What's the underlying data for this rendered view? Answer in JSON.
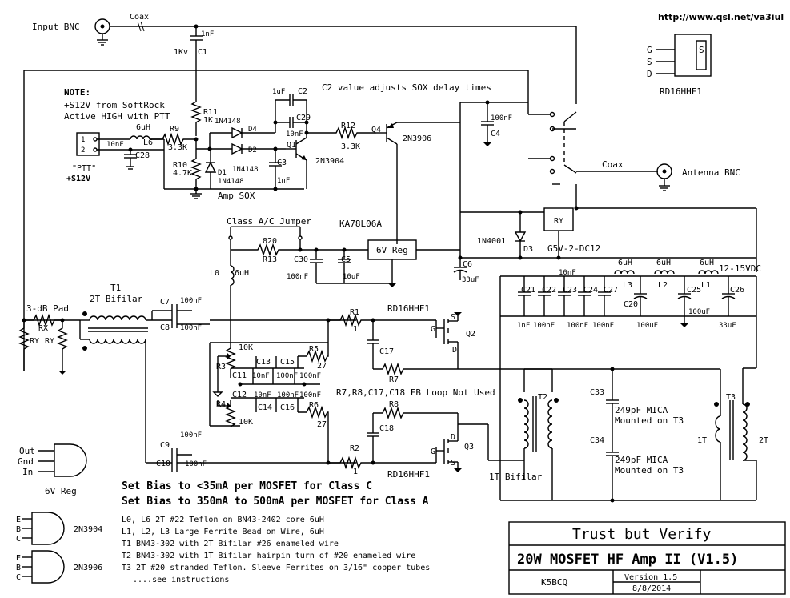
{
  "header": {
    "url": "http://www.qsl.net/va3iul",
    "input_bnc": "Input BNC",
    "coax_top": "Coax",
    "coax_right": "Coax",
    "antenna_bnc": "Antenna BNC"
  },
  "note": {
    "title": "NOTE:",
    "line1": "+S12V from SoftRock",
    "line2": "Active HIGH with PTT",
    "ptt": "\"PTT\"",
    "s12v": "+S12V"
  },
  "sox": {
    "c2_note": "C2 value adjusts SOX delay times",
    "amp_sox": "Amp SOX",
    "class_jumper": "Class A/C Jumper",
    "reg_ic": "KA78L06A",
    "reg_box": "6V Reg",
    "relay_box": "RY",
    "relay_part": "G5V-2-DC12",
    "supply": "12-15VDC",
    "loop_note": "R7,R8,C17,C18 FB Loop Not Used"
  },
  "parts": {
    "c1": "C1",
    "c1v": "1nF",
    "c1k": "1Kv",
    "r11": "R11",
    "r11v": "1K",
    "r9": "R9",
    "r9v": "3.3K",
    "r10": "R10",
    "r10v": "4.7K",
    "l6": "L6",
    "l6v": "6uH",
    "c28": "C28",
    "c28v": "10nF",
    "d1": "D1",
    "d1v": "1N4148",
    "d2": "D2",
    "d2v": "1N4148",
    "d4": "D4",
    "d4v": "1N4148",
    "c2": "C2",
    "c2v": "1uF",
    "c29": "C29",
    "c29v": "10nF",
    "c3": "C3",
    "c3v": "1nF",
    "q1": "Q1",
    "q1v": "2N3904",
    "r12": "R12",
    "r12v": "3.3K",
    "q4": "Q4",
    "q4v": "2N3906",
    "c4": "C4",
    "c4v": "100nF",
    "r13": "R13",
    "r13v": "820",
    "c30": "C30",
    "c30v": "100nF",
    "c5": "C5",
    "c5v": "10uF",
    "c6": "C6",
    "c6v": "33uF",
    "d3": "D3",
    "d3v": "1N4001",
    "l0": "L0",
    "l0v": "6uH",
    "t1": "T1",
    "t1v": "2T Bifilar",
    "pad": "3-dB Pad",
    "rx": "RX",
    "ry": "RY",
    "c7": "C7",
    "c8": "C8",
    "c9": "C9",
    "c10": "C10",
    "cap100": "100nF",
    "r1": "R1",
    "r1v": "1",
    "r2": "R2",
    "r2v": "1",
    "r3": "R3",
    "r4": "R4",
    "r34v": "10K",
    "r5": "R5",
    "r6": "R6",
    "r56v": "27",
    "r7": "R7",
    "r8": "R8",
    "c11": "C11",
    "c12": "C12",
    "c13": "C13",
    "c14": "C14",
    "c15": "C15",
    "c16": "C16",
    "c17": "C17",
    "c18": "C18",
    "mosfet": "RD16HHF1",
    "q2": "Q2",
    "q3": "Q3",
    "t2": "T2",
    "t2v": "1T Bifilar",
    "t3": "T3",
    "t3a": "1T",
    "t3b": "2T",
    "c33": "C33",
    "c34": "C34",
    "mica": "249pF MICA",
    "mounted": "Mounted on T3",
    "c21": "C21",
    "c22": "C22",
    "c23": "C23",
    "c24": "C24",
    "c27": "C27",
    "c25": "C25",
    "c26": "C26",
    "c20": "C20",
    "l1": "L1",
    "l2": "L2",
    "l3": "L3",
    "luh": "6uH",
    "v1nf": "1nF",
    "v100nf": "100nF",
    "v10nf": "10nF",
    "v100uf": "100uF",
    "v33uf": "33uF",
    "g": "G",
    "s": "S",
    "d": "D"
  },
  "pinouts": {
    "fet_part": "RD16HHF1",
    "fet_pins": [
      "G",
      "S",
      "D"
    ],
    "fet_tab": "S",
    "reg_pins": [
      "Out",
      "Gnd",
      "In"
    ],
    "reg_name": "6V Reg",
    "bjt_pins": [
      "E",
      "B",
      "C"
    ],
    "bjt1": "2N3904",
    "bjt2": "2N3906"
  },
  "instructions": {
    "bias_c": "Set Bias to <35mA per MOSFET for Class C",
    "bias_a": "Set Bias to 350mA to 500mA per MOSFET for Class A",
    "notes": [
      "L0, L6 2T #22 Teflon on BN43-2402 core 6uH",
      "L1, L2, L3 Large Ferrite Bead on Wire, 6uH",
      "T1 BN43-302 with 2T Bifilar #26 enameled wire",
      "T2 BN43-302 with 1T Bifilar hairpin turn of #20 enameled wire",
      "T3 2T #20 stranded Teflon. Sleeve Ferrites on 3/16\" copper tubes",
      "....see instructions"
    ]
  },
  "title_block": {
    "motto": "Trust but Verify",
    "title": "20W MOSFET HF Amp II (V1.5)",
    "author": "K5BCQ",
    "version": "Version 1.5",
    "date": "8/8/2014"
  }
}
